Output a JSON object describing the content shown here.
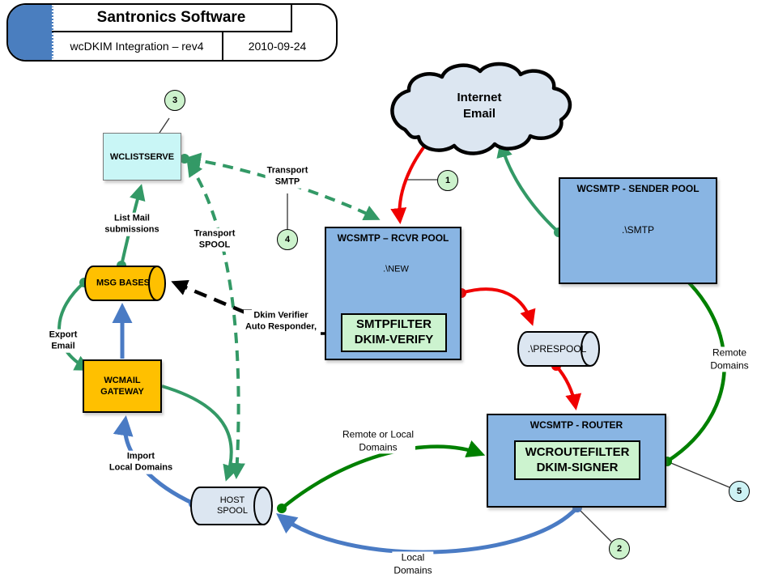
{
  "title_block": {
    "company": "Santronics Software",
    "subtitle": "wcDKIM Integration – rev4",
    "date": "2010-09-24"
  },
  "cloud": {
    "lines": [
      "Internet",
      "Email"
    ]
  },
  "nodes": {
    "wclistserve": {
      "label": "WCLISTSERVE"
    },
    "msg_bases": {
      "label": "MSG BASES"
    },
    "wcmail_gateway": {
      "lines": [
        "WCMAIL",
        "GATEWAY"
      ]
    },
    "host_spool": {
      "lines": [
        "HOST",
        "SPOOL"
      ]
    },
    "prespool": {
      "label": ".\\PRESPOOL"
    },
    "rcvr_pool": {
      "title": "WCSMTP – RCVR POOL",
      "cylinder": ".\\NEW",
      "filter_lines": [
        "SMTPFILTER",
        "DKIM-VERIFY"
      ]
    },
    "sender_pool": {
      "title": "WCSMTP - SENDER POOL",
      "cylinder": ".\\SMTP"
    },
    "router": {
      "title": "WCSMTP - ROUTER",
      "filter_lines": [
        "WCROUTEFILTER",
        "DKIM-SIGNER"
      ]
    }
  },
  "edge_labels": {
    "list_mail": [
      "List Mail",
      "submissions"
    ],
    "transport_spool": [
      "Transport",
      "SPOOL"
    ],
    "transport_smtp": [
      "Transport",
      "SMTP"
    ],
    "export_email": [
      "Export",
      "Email"
    ],
    "import_local": [
      "Import",
      "Local Domains"
    ],
    "dkim_verifier": [
      "Dkim Verifier",
      "Auto Responder,"
    ],
    "remote_or_local": [
      "Remote or Local",
      "Domains"
    ],
    "remote_domains": [
      "Remote",
      "Domains"
    ],
    "local_domains": [
      "Local",
      "Domains"
    ]
  },
  "callouts": {
    "1": "1",
    "2": "2",
    "3": "3",
    "4": "4",
    "5": "5"
  },
  "colors": {
    "teal_arrow": "#339966",
    "green_arrow": "#008000",
    "blue_arrow": "#4a7bc4",
    "red_arrow": "#f00000",
    "node_blue": "#89b5e3",
    "node_green": "#ccf3cf",
    "node_orange": "#ffc000",
    "node_cyan": "#c9f6f6",
    "cylinder_fill": "#dce6f1",
    "callout_green": "#ccf2cc",
    "callout_cyan": "#cdf2f4",
    "header_tab_blue": "#4a7ebf"
  }
}
